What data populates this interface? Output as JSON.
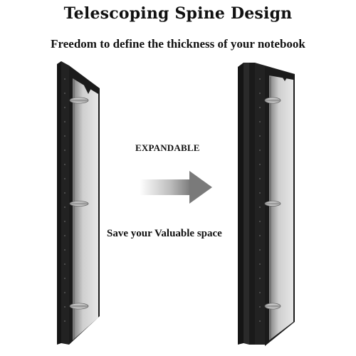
{
  "header": {
    "title": "Telescoping Spine Design",
    "subtitle": "Freedom to define the thickness of your notebook"
  },
  "labels": {
    "expandable": "EXPANDABLE",
    "save_space": "Save your Valuable space"
  },
  "colors": {
    "spine_black": "#1b1b1b",
    "page_gray": "#b9b9b9",
    "ring_silver": "#c9c9c9",
    "arrow_gray": "#7a7a7a"
  },
  "icons": {
    "arrow": "right-arrow-icon",
    "ring": "binder-ring-icon"
  }
}
